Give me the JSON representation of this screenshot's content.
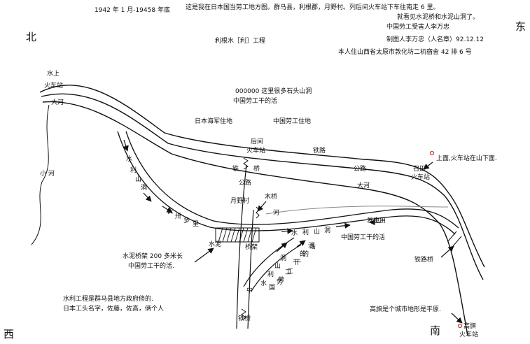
{
  "header": {
    "date_range": "1942 年 1 月-19458 年底",
    "line1": "这是我在日本国当劳工地方图。群马县，利根郡，月野村。列后间火车站下车往南走 6 里。",
    "line2": "就看见水泥桥和水泥山洞了。",
    "line3": "中国劳工受害人李万忠",
    "line4": "制图人李万忠（人名章）92.12.12",
    "line5": "本人住山西省太原市敦化坊二机宿舍 42 排 6 号",
    "project": "利根水［利］工程"
  },
  "directions": {
    "north": "北",
    "east": "东",
    "west": "西",
    "south": "南"
  },
  "labels": {
    "shuishang": "水上",
    "huochezhan_top": "火车站",
    "dahe_left": "大河",
    "xiaohe": "小 河",
    "caves": "000000 这里很多石头山洞",
    "caves_work": "中国劳工干的活",
    "navy": "日本海军住地",
    "laborer_camp": "中国劳工住地",
    "houjian": "后间",
    "houjian_station": "火车站",
    "tielu_top": "铁路",
    "shangmian": "上面,火车站在山下面.",
    "bridge_tie": "铁",
    "bridge_qiao": "桥",
    "gonglu_right": "公路",
    "gonglu_left": "公路",
    "zhaotian": "召田",
    "zhaotian_station": "火车站",
    "dahe_right": "大河",
    "yueyecun": "月野村",
    "muqiao": "木桥",
    "he": "河",
    "fadianyong": "发电用",
    "laborer_work_mid": "中国劳工干的活",
    "tieluqiao": "铁路桥",
    "cement_bridge": "水泥桥架 200 多米长",
    "cement_bridge_work": "中国劳工干的活.",
    "shuini": "水泥",
    "qiaojia": "桥架",
    "gaoqi_flat": "高旗是个城市地形是平原.",
    "gaoqi": "高旗",
    "gaoqi_station": "火车站",
    "project_note1": "水利工程是群马县地方政府修的.",
    "project_note2": "日本工头名字，佐藤，佐高，俩个人",
    "tieqiao": "铁桥",
    "canal_v": [
      "水",
      "利",
      "山",
      "洞"
    ],
    "canal_h": [
      "长",
      "卅",
      "多",
      "里"
    ],
    "canal_mid": [
      "水",
      "利",
      "山",
      "洞"
    ],
    "diag1": [
      "水",
      "利",
      "山",
      "洞"
    ],
    "diag2": [
      "劳",
      "工",
      "干",
      "的",
      "活"
    ],
    "diag3": [
      "中",
      "国",
      "劳",
      "工",
      "干",
      "的",
      "活"
    ]
  },
  "colors": {
    "ink": "#111111",
    "station_marker": "#c0392b",
    "river_thin": "#888888"
  }
}
